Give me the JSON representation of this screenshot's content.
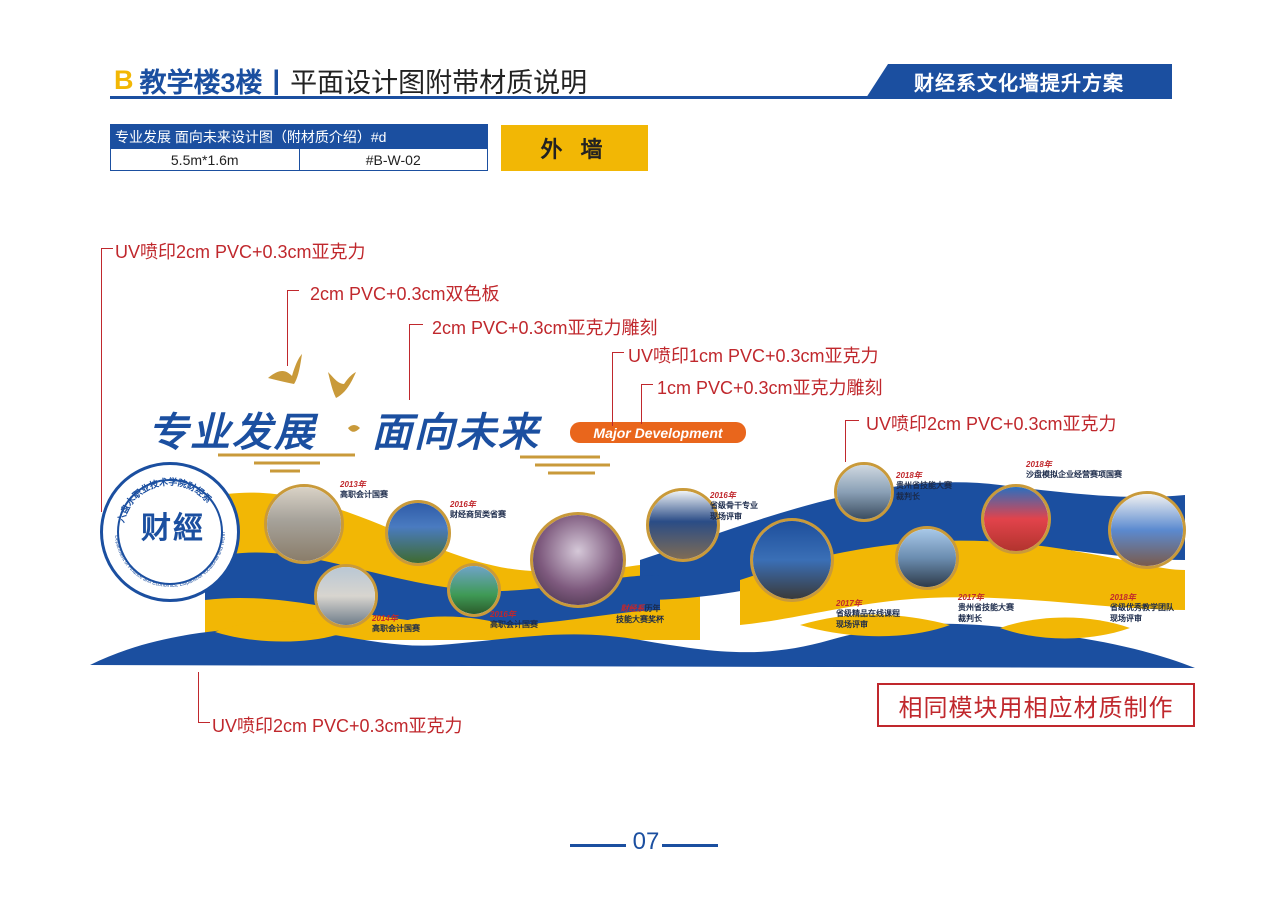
{
  "header": {
    "letter": "B",
    "building": "教学楼3楼",
    "separator": "|",
    "subtitle": "平面设计图附带材质说明",
    "project": "财经系文化墙提升方案"
  },
  "info": {
    "title": "专业发展 面向未来设计图（附材质介绍）#d",
    "size": "5.5m*1.6m",
    "code": "#B-W-02",
    "tag": "外 墙"
  },
  "callouts": [
    "UV喷印2cm PVC+0.3cm亚克力",
    "2cm PVC+0.3cm双色板",
    "2cm PVC+0.3cm亚克力雕刻",
    "UV喷印1cm PVC+0.3cm亚克力",
    "1cm PVC+0.3cm亚克力雕刻",
    "UV喷印2cm PVC+0.3cm亚克力",
    "UV喷印2cm PVC+0.3cm亚克力"
  ],
  "mural": {
    "title_a": "专业发展",
    "title_b": "面向未来",
    "english": "Major Development",
    "logo_ring": "六盘水职业技术学院财经系",
    "logo_ring_en": "Department of Finance and Economics, Liupanshui Vocational and Technical College",
    "logo_mark": "财經",
    "captions": [
      {
        "year": "2013年",
        "text": "高职会计国赛"
      },
      {
        "year": "2016年",
        "text": "财经商贸类省赛"
      },
      {
        "year": "2014年",
        "text": "高职会计国赛"
      },
      {
        "year": "2016年",
        "text": "高职会计国赛"
      },
      {
        "year": "财经系",
        "text": "历年\n技能大赛奖杯"
      },
      {
        "year": "2016年",
        "text": "省级骨干专业\n现场评审"
      },
      {
        "year": "2017年",
        "text": "省级精品在线课程\n现场评审"
      },
      {
        "year": "2018年",
        "text": "贵州省技能大赛\n裁判长"
      },
      {
        "year": "2017年",
        "text": "贵州省技能大赛\n裁判长"
      },
      {
        "year": "2018年",
        "text": "沙盘模拟企业经营赛项国赛"
      },
      {
        "year": "2018年",
        "text": "省级优秀教学团队\n现场评审"
      }
    ]
  },
  "note": "相同模块用相应材质制作",
  "page": "07",
  "colors": {
    "blue": "#1b4fa0",
    "gold": "#f2b705",
    "orange": "#e9661c",
    "red": "#c0282d"
  }
}
